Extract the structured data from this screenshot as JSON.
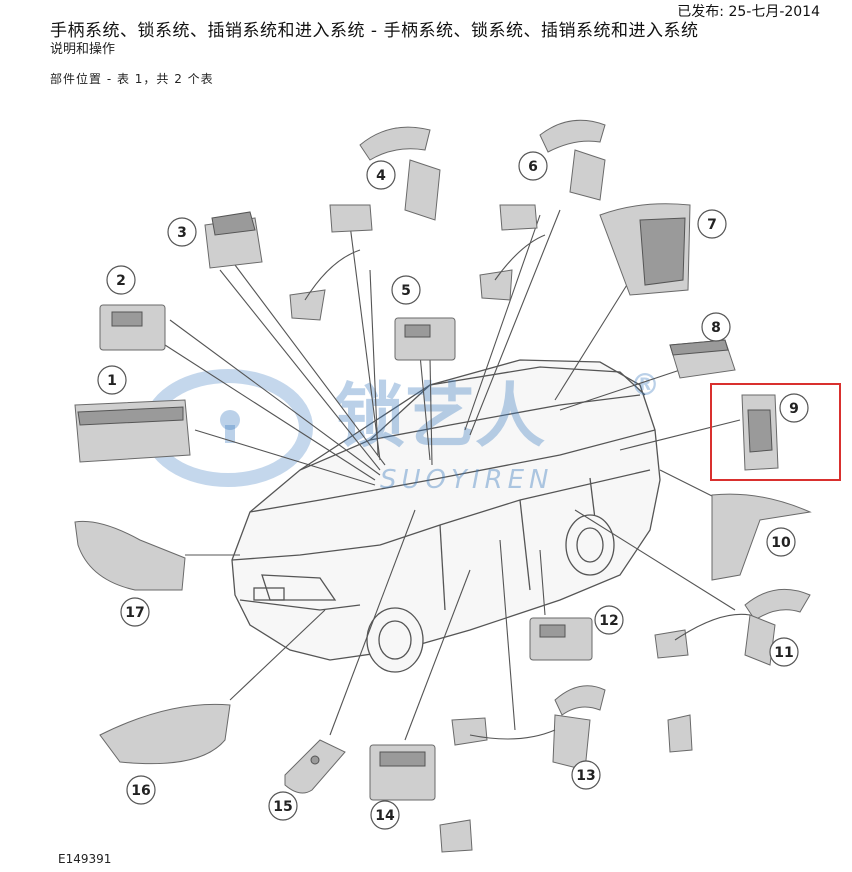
{
  "header": {
    "published": "已发布:  25-七月-2014",
    "title": "手柄系统、锁系统、插销系统和进入系统 - 手柄系统、锁系统、插销系统和进入系统",
    "subtitle": "说明和操作",
    "section_label": "部件位置 - 表 1，共 2 个表"
  },
  "watermark": {
    "text": "锁艺人",
    "registered": "®",
    "sub": "SUOYIREN"
  },
  "callouts": [
    "1",
    "2",
    "3",
    "4",
    "5",
    "6",
    "7",
    "8",
    "9",
    "10",
    "11",
    "12",
    "13",
    "14",
    "15",
    "16",
    "17"
  ],
  "figure_id": "E149391",
  "colors": {
    "highlight": "#d9302e",
    "watermark": "#3b7bbf"
  }
}
